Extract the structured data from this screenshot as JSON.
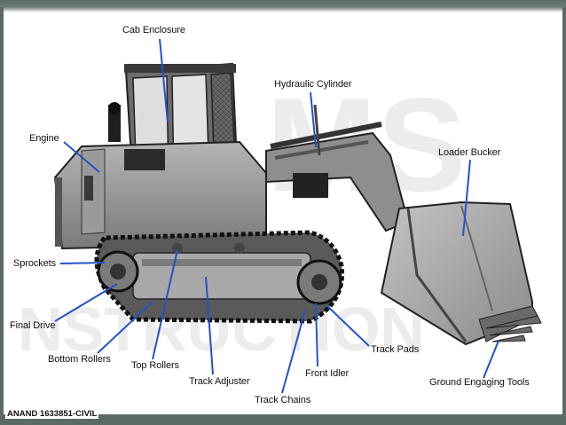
{
  "labels": {
    "cab_enclosure": "Cab Enclosure",
    "hydraulic_cylinder": "Hydraulic Cylinder",
    "engine": "Engine",
    "loader_bucket": "Loader Bucker",
    "sprockets": "Sprockets",
    "final_drive": "Final Drive",
    "bottom_rollers": "Bottom Rollers",
    "top_rollers": "Top Rollers",
    "track_adjuster": "Track Adjuster",
    "front_idler": "Front Idler",
    "track_pads": "Track Pads",
    "track_chains": "Track Chains",
    "ground_engaging_tools": "Ground Engaging Tools"
  },
  "footer": "ANAND 1633851-CIVIL",
  "colors": {
    "pointer": "#2452c8",
    "frame": "#5c6a66",
    "machine": "#8e8e8e"
  }
}
